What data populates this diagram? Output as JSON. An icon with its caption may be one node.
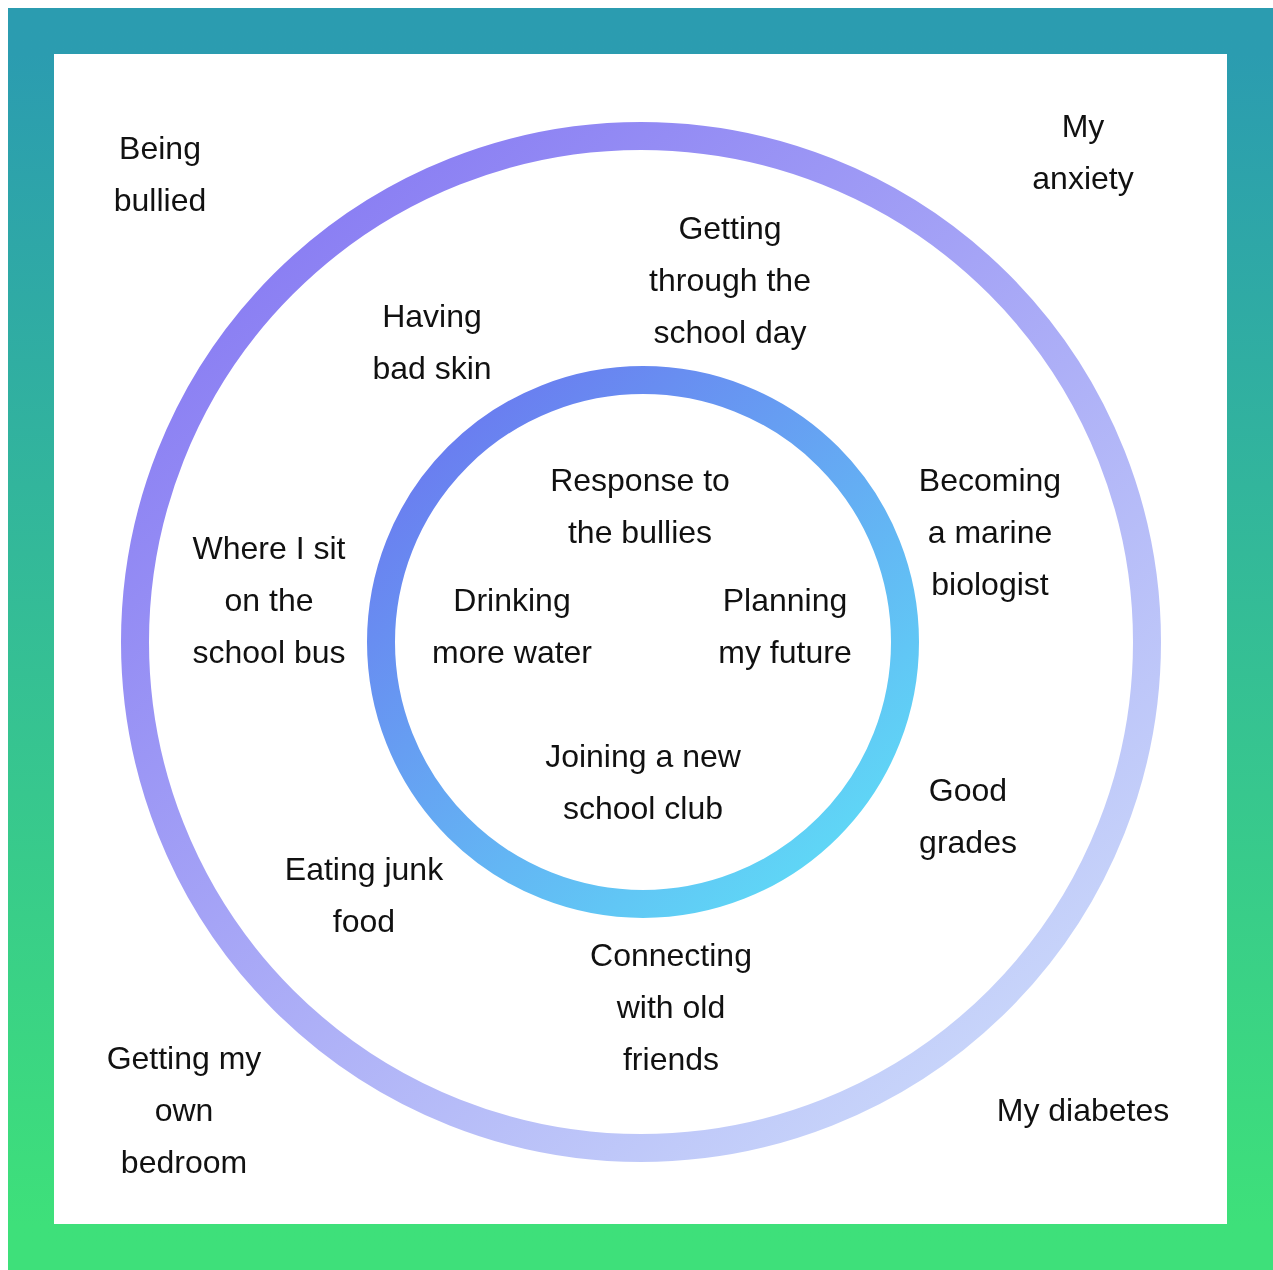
{
  "diagram": {
    "nodes": [
      {
        "text": [],
        "shape": "box"
      },
      {
        "text": [],
        "shape": "circle",
        "in": 0
      },
      {
        "text": [],
        "shape": "circle",
        "in": 1
      }
    ],
    "labels": [
      "My anxiety",
      "Being bullied",
      "Getting through the school day",
      "Having bad skin",
      "Response to the bullies",
      "Becoming a marine biologist",
      "Where I sit on the school bus",
      "Drinking more water",
      "Planning my future",
      "Joining a new school club",
      "Good grades",
      "Eating junk food",
      "Connecting with old friends",
      "Getting my own bedroom",
      "My diabetes"
    ]
  }
}
